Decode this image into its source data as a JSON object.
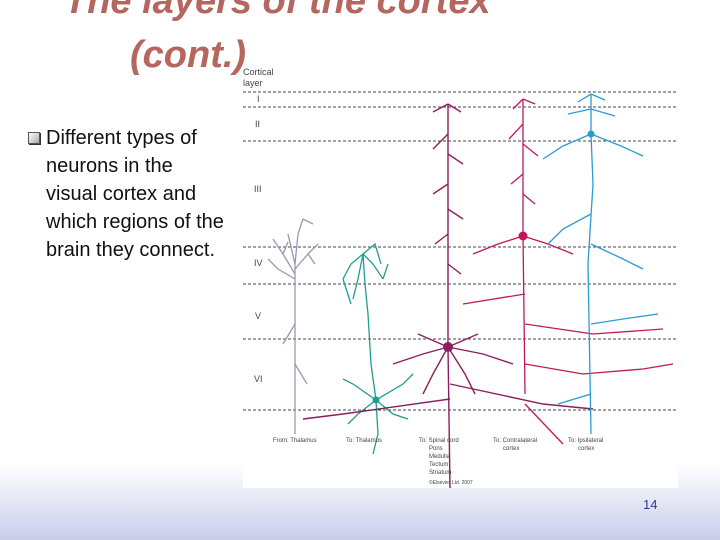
{
  "slide": {
    "title_line1": "The layers of the cortex",
    "title_line2": "(cont.)",
    "bullet": "Different types of neurons in the visual cortex and which regions of the brain they connect.",
    "page_number": "14"
  },
  "figure": {
    "header": [
      "Cortical",
      "layer"
    ],
    "layers": [
      "I",
      "II",
      "III",
      "IV",
      "V",
      "VI"
    ],
    "captions": [
      {
        "text": "From: Thalamus",
        "sub": []
      },
      {
        "text": "To: Thalamus",
        "sub": []
      },
      {
        "text": "To: Spinal cord",
        "sub": [
          "Pons",
          "Medulla",
          "Tectum",
          "Striatum"
        ]
      },
      {
        "text": "To: Contralateral",
        "sub": [
          "cortex"
        ]
      },
      {
        "text": "To: Ipsilateral",
        "sub": [
          "cortex"
        ]
      }
    ],
    "copyright": "©Elsevier Ltd. 2007",
    "colors": {
      "thalamic_input": "#9b97b4",
      "thalamic_output": "#1f9e8e",
      "pyramidal_spinal": "#8a1f5c",
      "contralateral": "#c2185b",
      "ipsilateral": "#2b9bd2"
    }
  }
}
